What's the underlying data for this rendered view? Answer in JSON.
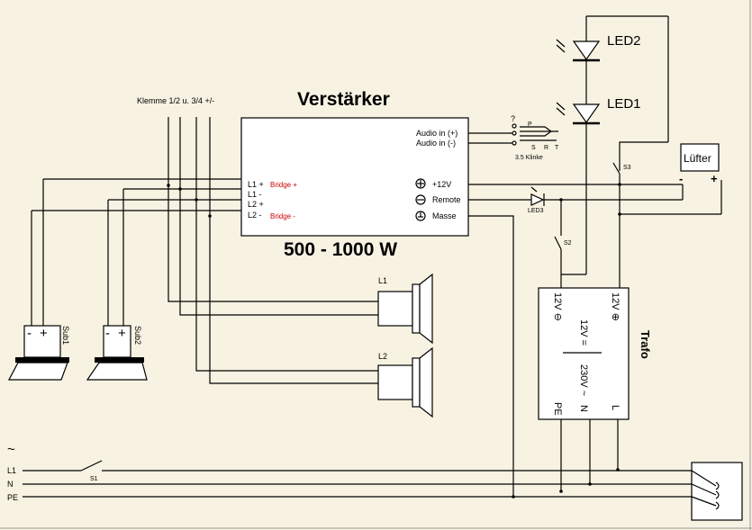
{
  "colors": {
    "background": "#f7f2e1",
    "bridge_label": "#cc0000"
  },
  "amplifier": {
    "title": "Verstärker",
    "power": "500 - 1000 W",
    "terminals_label": "Klemme 1/2 u. 3/4 +/-",
    "pins_left": [
      "L1 +",
      "L1 -",
      "L2 +",
      "L2 -"
    ],
    "bridge_plus": "Bridge +",
    "bridge_minus": "Bridge -",
    "audio_in_plus": "Audio in (+)",
    "audio_in_minus": "Audio in (-)",
    "pins_right": [
      "+12V",
      "Remote",
      "Masse"
    ]
  },
  "jack": {
    "label": "3.5 Klinke",
    "question": "?",
    "p": "P",
    "s": "S",
    "r": "R",
    "t": "T"
  },
  "leds": {
    "led2": "LED2",
    "led1": "LED1",
    "led3": "LED3"
  },
  "fan": {
    "label": "Lüfter",
    "minus": "-",
    "plus": "+"
  },
  "switches": {
    "s1": "S1",
    "s2": "S2",
    "s3": "S3"
  },
  "trafo": {
    "title": "Trafo",
    "minus_label": "12V ⊖",
    "plus_label": "12V ⊕",
    "ratio_top": "12V =",
    "ratio_bottom": "230V ~",
    "pe": "PE",
    "n": "N",
    "l": "L"
  },
  "mains": {
    "ac_symbol": "~",
    "l1": "L1",
    "n": "N",
    "pe": "PE"
  },
  "speakers": {
    "l1": "L1",
    "l2": "L2"
  },
  "subs": {
    "sub1": "Sub1",
    "sub2": "Sub2",
    "minus": "-",
    "plus": "+"
  }
}
